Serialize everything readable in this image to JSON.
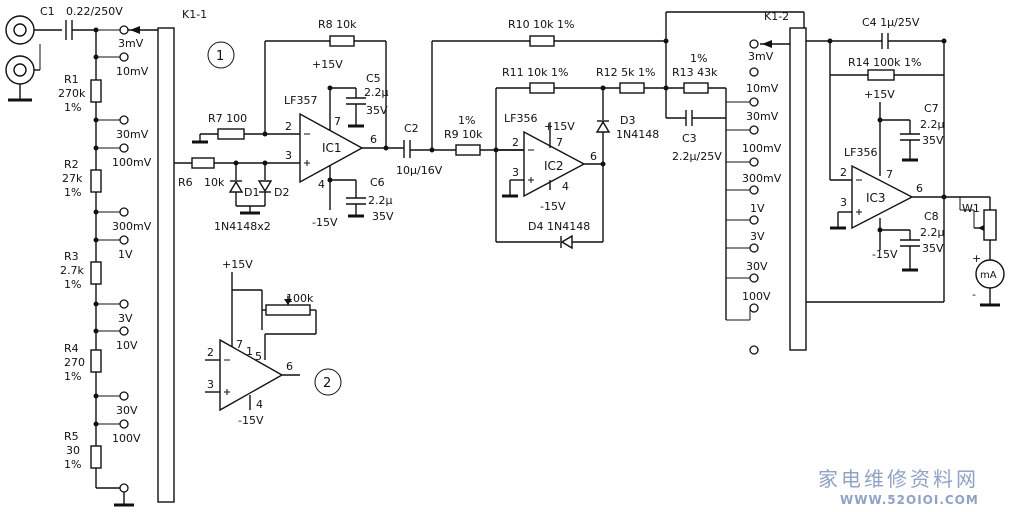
{
  "labels": {
    "C1": "C1",
    "C1v": "0.22/250V",
    "K11": "K1-1",
    "s3mV": "3mV",
    "s10mV": "10mV",
    "s30mV": "30mV",
    "s100mV": "100mV",
    "s300mV": "300mV",
    "s1V": "1V",
    "s3V": "3V",
    "s10V": "10V",
    "s30V": "30V",
    "s100V": "100V",
    "R1": "R1",
    "R1v": "270k",
    "R1t": "1%",
    "R2": "R2",
    "R2v": "27k",
    "R2t": "1%",
    "R3": "R3",
    "R3v": "2.7k",
    "R3t": "1%",
    "R4": "R4",
    "R4v": "270",
    "R4t": "1%",
    "R5": "R5",
    "R5v": "30",
    "R5t": "1%",
    "c1": "1",
    "c2": "2",
    "R8": "R8  10k",
    "R7": "R7  100",
    "R6": "R6",
    "R6v": "10k",
    "p15a": "+15V",
    "LF357": "LF357",
    "C5": "C5",
    "C5v": "2.2μ",
    "C5w": "35V",
    "IC1": "IC1",
    "n2a": "2",
    "n3a": "3",
    "n7a": "7",
    "n6a": "6",
    "n4a": "4",
    "C6": "C6",
    "C6v": "2.2μ",
    "C6w": "35V",
    "m15a": "-15V",
    "D1": "D1",
    "D2": "D2",
    "D12": "1N4148x2",
    "C2": "C2",
    "C2v": "10μ/16V",
    "R9t": "1%",
    "R9": "R9  10k",
    "R10": "R10  10k  1%",
    "R11": "R11  10k   1%",
    "R12": "R12   5k   1%",
    "R13t": "1%",
    "R13": "R13  43k",
    "LF356a": "LF356",
    "IC2": "IC2",
    "p15b": "+15V",
    "n7b": "7",
    "n2b": "2",
    "n3b": "3",
    "n6b": "6",
    "n4b": "4",
    "m15b": "-15V",
    "D3": "D3",
    "D3v": "1N4148",
    "D4": "D4   1N4148",
    "C3": "C3",
    "C3v": "2.2μ/25V",
    "K12": "K1-2",
    "t3mV": "3mV",
    "t10mV": "10mV",
    "t30mV": "30mV",
    "t100mV": "100mV",
    "t300mV": "300mV",
    "t1V": "1V",
    "t3V": "3V",
    "t30V": "30V",
    "t100V": "100V",
    "C4": "C4  1μ/25V",
    "R14": "R14   100k   1%",
    "p15c": "+15V",
    "C7": "C7",
    "C7v": "2.2μ",
    "C7w": "35V",
    "LF356b": "LF356",
    "IC3": "IC3",
    "n2c": "2",
    "n3c": "3",
    "n7c": "7",
    "n6c": "6",
    "C8": "C8",
    "C8v": "2.2μ",
    "C8w": "35V",
    "m15c": "-15V",
    "W1": "W1",
    "mA": "mA",
    "plus": "+",
    "minus": "-",
    "p15d": "+15V",
    "k100": "100k",
    "n7d": "7",
    "n1d": "1",
    "n5d": "5",
    "n2d": "2",
    "n3d": "3",
    "n6d": "6",
    "n4d": "4",
    "m15d": "-15V",
    "wm1": "家电维修资料网",
    "wm2": "WWW.52OIOI.COM"
  }
}
